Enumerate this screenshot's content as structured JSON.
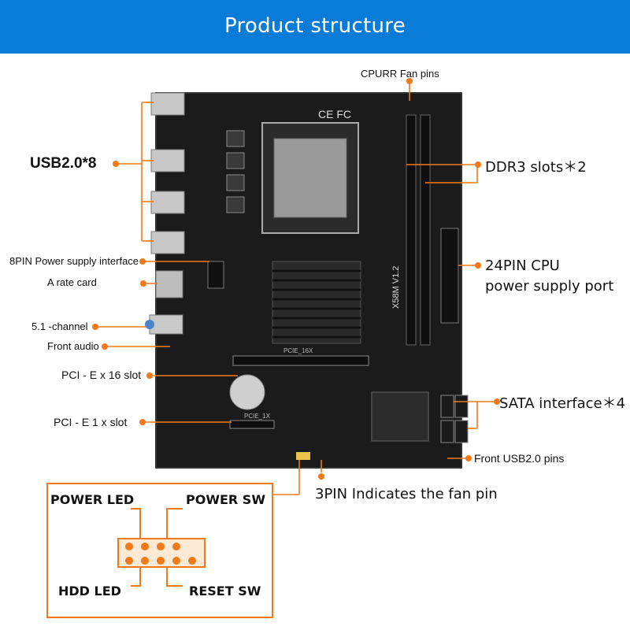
{
  "header": {
    "title": "Product structure"
  },
  "labels": {
    "cpu_fan": "CPURR Fan pins",
    "usb": "USB2.0*8",
    "ddr3": "DDR3 slots＊2",
    "power8": "8PIN Power supply interface",
    "rate_card": "A rate card",
    "power24_line1": "24PIN CPU",
    "power24_line2": "power supply port",
    "channel51": "5.1 -channel",
    "front_audio": "Front audio",
    "pcie16": "PCI - E x 16 slot",
    "pcie1": "PCI - E 1 x slot",
    "sata": "SATA interface＊4",
    "front_usb": "Front USB2.0 pins",
    "fan3": "3PIN Indicates the fan pin"
  },
  "pin_diagram": {
    "power_led": "POWER LED",
    "power_sw": "POWER SW",
    "hdd_led": "HDD LED",
    "reset_sw": "RESET SW"
  },
  "board": {
    "model": "X58M V1.2",
    "cert": "CE FC",
    "pcie16_silk": "PCIE_16X",
    "pcie1_silk": "PCIE_1X"
  },
  "colors": {
    "accent": "#f07a1a",
    "header_bg": "#0a7bd6",
    "board": "#1b1b1b"
  }
}
